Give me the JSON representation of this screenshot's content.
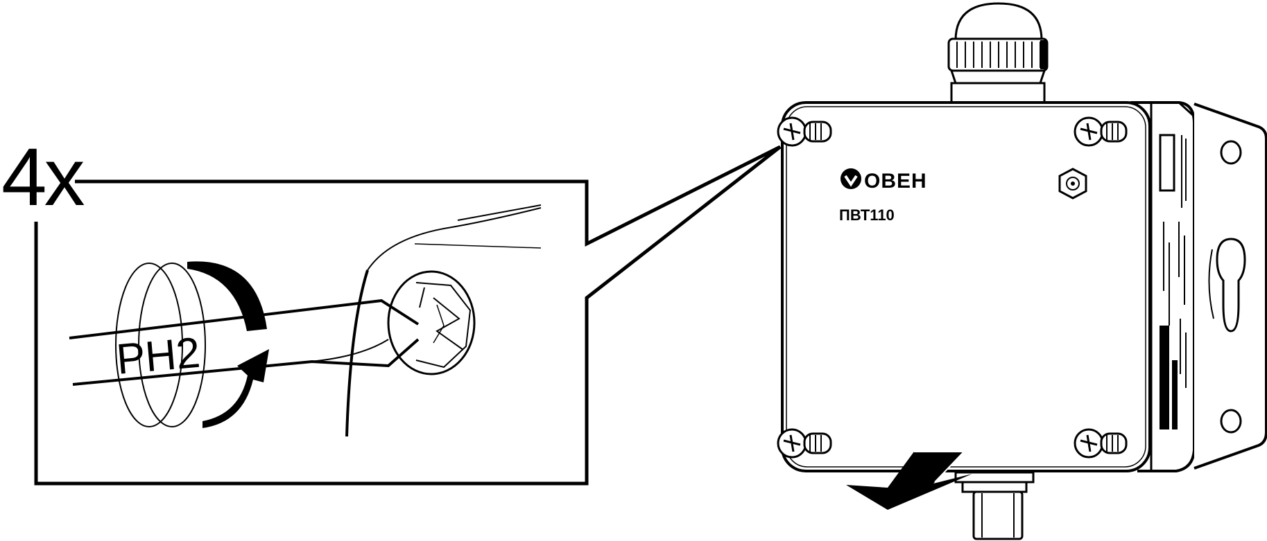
{
  "callout": {
    "count": "4x",
    "bit": "PH2"
  },
  "device": {
    "logo": "ОВЕН",
    "model": "ПВТ110"
  },
  "icons": {
    "rotation": "clockwise-arrow-icon",
    "screw": "phillips-screw-icon",
    "direction": "pull-direction-arrow-icon"
  }
}
